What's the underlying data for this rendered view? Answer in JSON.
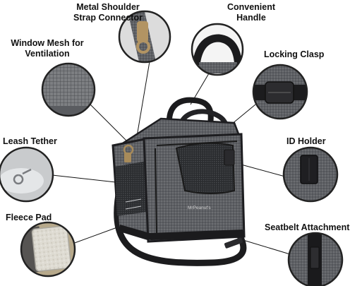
{
  "colors": {
    "fabric": "#5a5c60",
    "fabric_dark": "#3f4145",
    "trim": "#1a1a1c",
    "mesh": "#2c2e31",
    "hardware": "#a88b5a",
    "zoom_border": "#222222",
    "pad_fleece": "#d8d6cf",
    "pad_tan": "#b7a98b"
  },
  "callouts": {
    "strap_connector": {
      "line1": "Metal Shoulder",
      "line2": "Strap Connector"
    },
    "handle": {
      "line1": "Convenient",
      "line2": "Handle"
    },
    "mesh_window": {
      "line1": "Window Mesh for",
      "line2": "Ventilation"
    },
    "clasp": {
      "line1": "Locking Clasp"
    },
    "leash": {
      "line1": "Leash Tether"
    },
    "id_holder": {
      "line1": "ID Holder"
    },
    "fleece": {
      "line1": "Fleece Pad"
    },
    "seatbelt": {
      "line1": "Seatbelt Attachment"
    }
  },
  "product": {
    "brand_label": "MrPeanut's"
  }
}
